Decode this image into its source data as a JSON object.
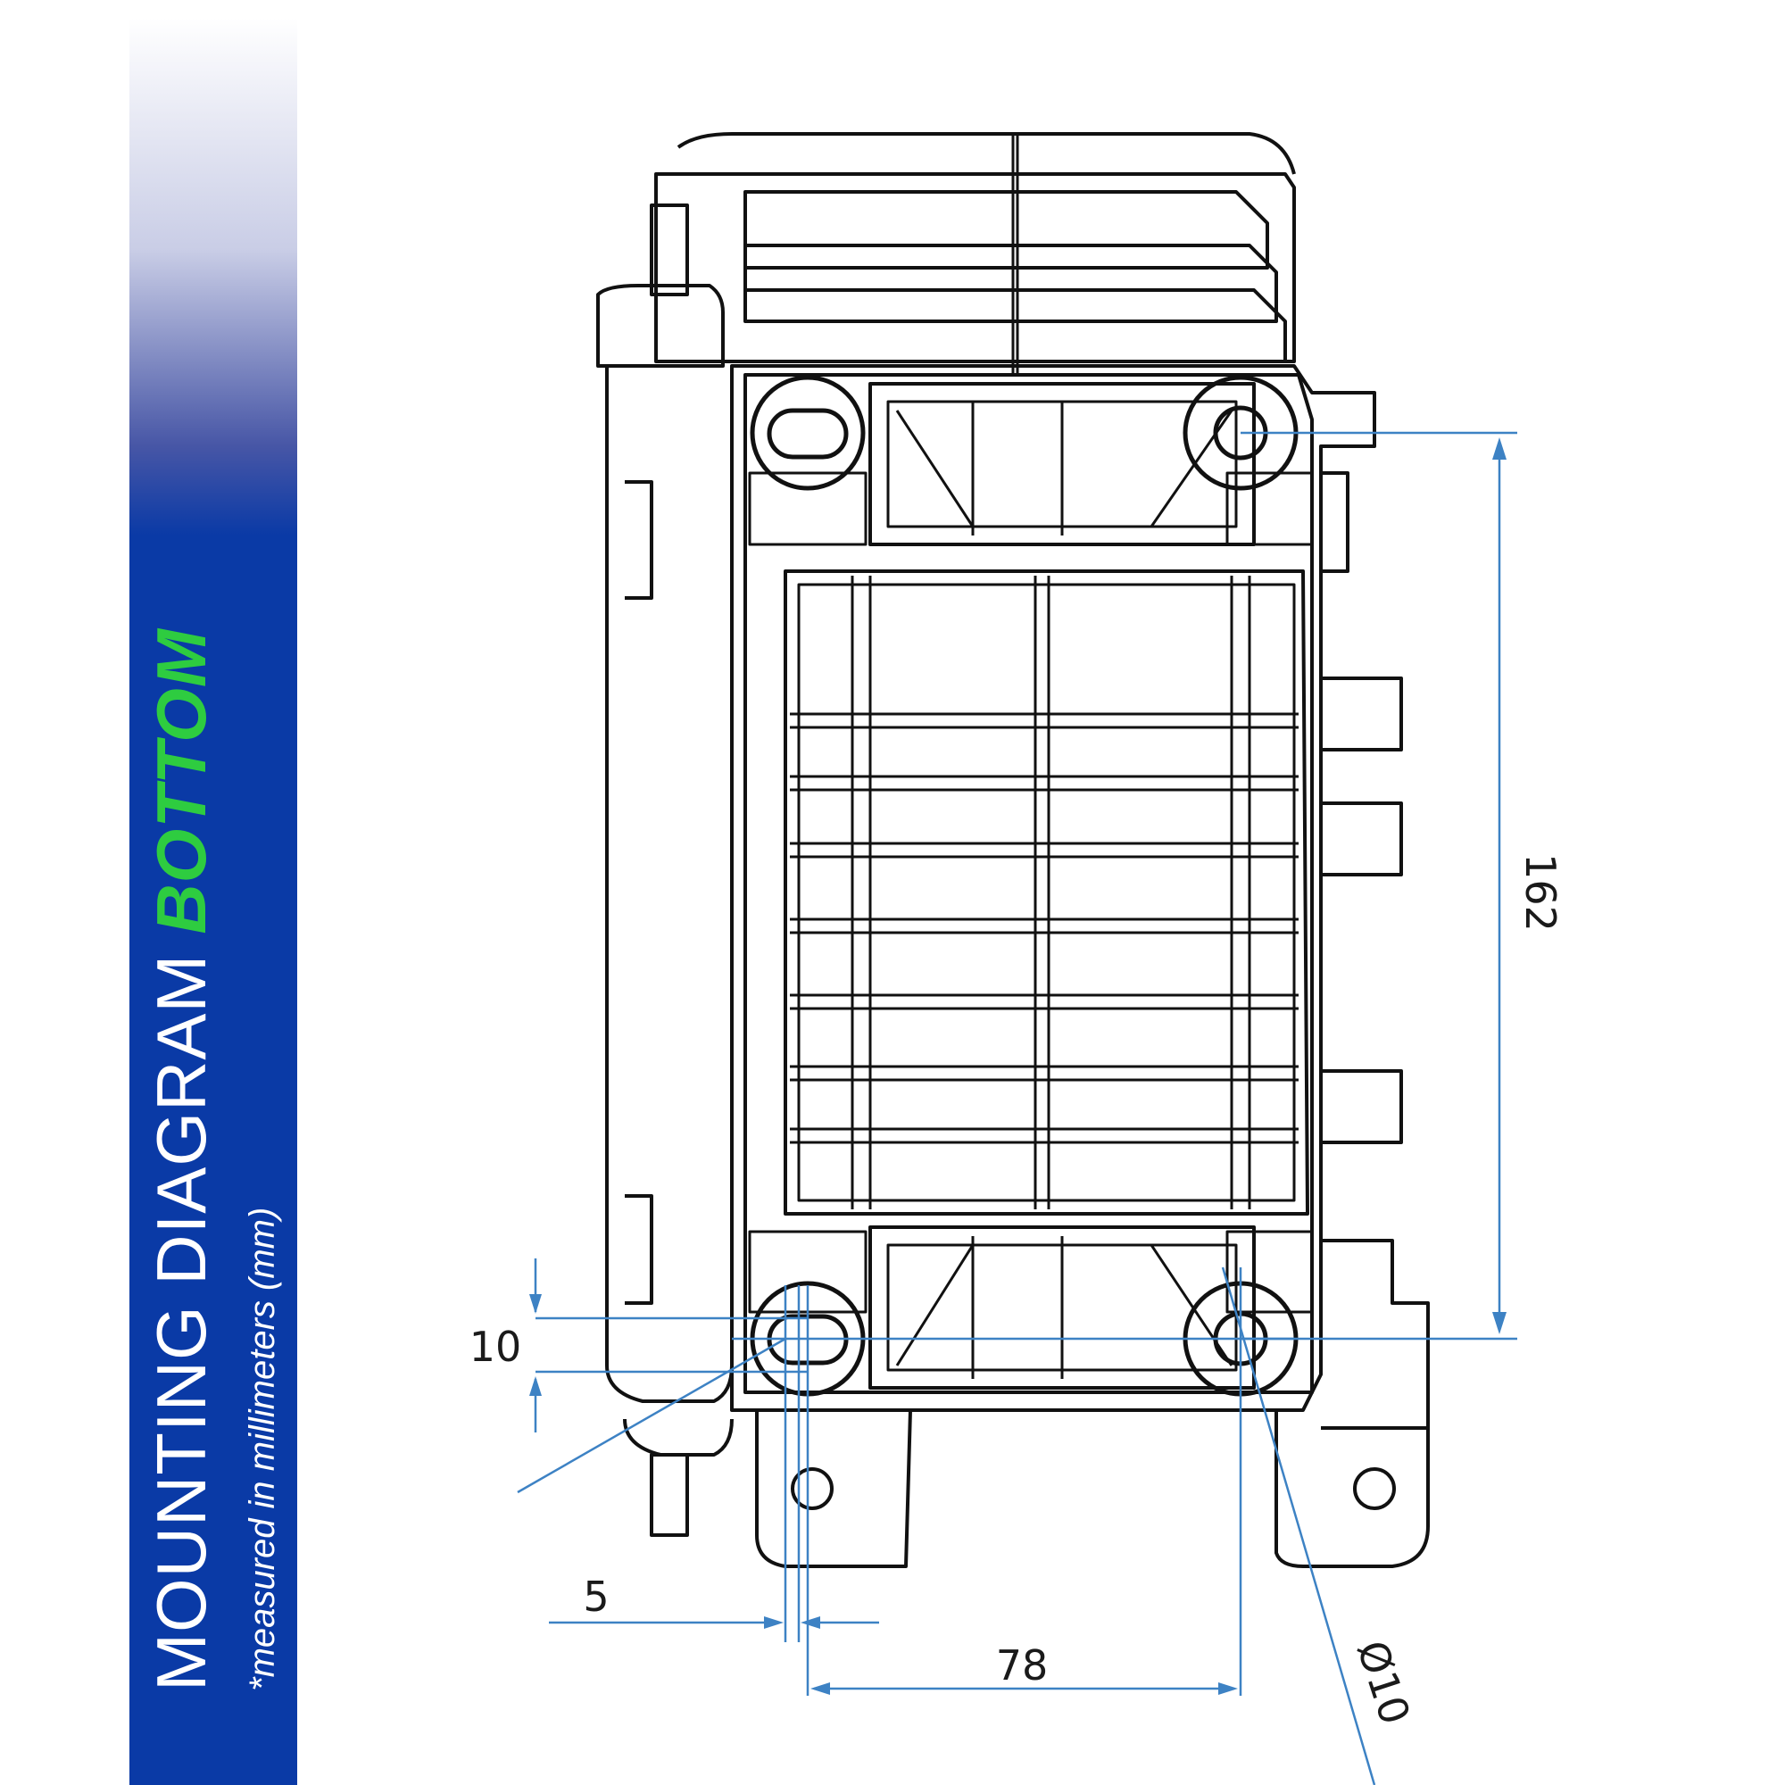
{
  "title": {
    "main": "MOUNTING DIAGRAM",
    "accent": "BOTTOM",
    "subtitle": "*measured in millimeters (mm)"
  },
  "dimensions": {
    "height": "162",
    "slot_height": "10",
    "slot_offset": "5",
    "hole_spacing": "78",
    "hole_diameter": "Ø10"
  },
  "colors": {
    "sidebar_blue": "#0a3aa6",
    "accent_green": "#2ecc40",
    "dimension_line": "#3d82c4",
    "drawing_line": "#111111"
  }
}
